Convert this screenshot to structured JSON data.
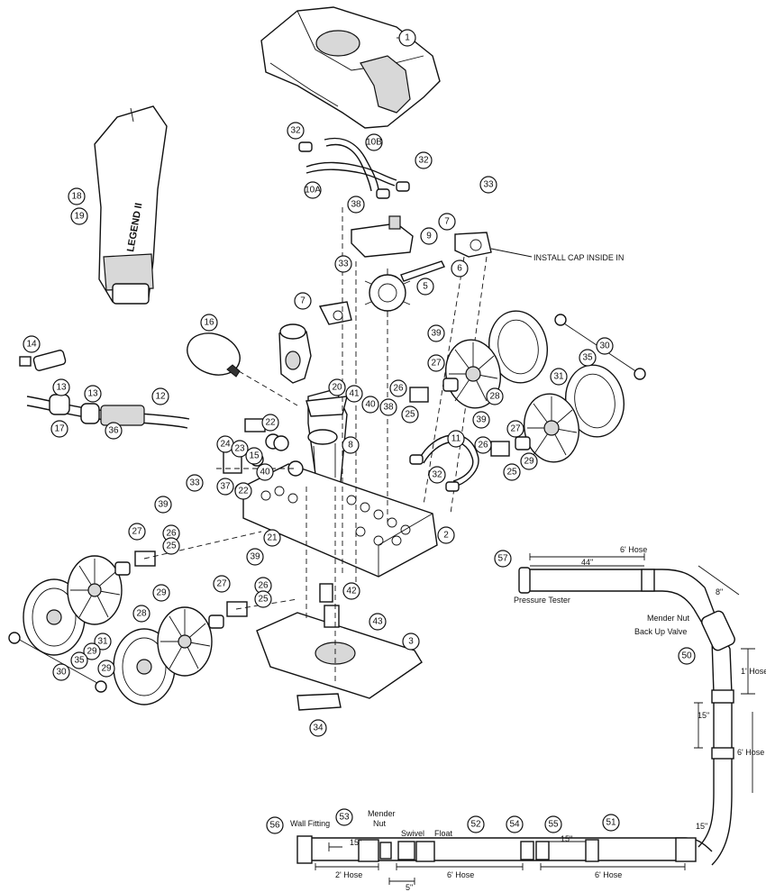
{
  "callouts": {
    "c1": "1",
    "c2": "2",
    "c3": "3",
    "c5": "5",
    "c6": "6",
    "c7a": "7",
    "c7b": "7",
    "c8": "8",
    "c9": "9",
    "c10a": "10A",
    "c10b": "10B",
    "c11": "11",
    "c12": "12",
    "c13a": "13",
    "c13b": "13",
    "c14": "14",
    "c15": "15",
    "c16": "16",
    "c17": "17",
    "c18": "18",
    "c19": "19",
    "c20": "20",
    "c21": "21",
    "c22a": "22",
    "c22b": "22",
    "c23": "23",
    "c24": "24",
    "c25a": "25",
    "c25b": "25",
    "c25c": "25",
    "c25d": "25",
    "c26a": "26",
    "c26b": "26",
    "c26c": "26",
    "c26d": "26",
    "c27a": "27",
    "c27b": "27",
    "c27c": "27",
    "c27d": "27",
    "c28a": "28",
    "c28b": "28",
    "c29a": "29",
    "c29b": "29",
    "c29c": "29",
    "c29d": "29",
    "c30a": "30",
    "c30b": "30",
    "c31a": "31",
    "c31b": "31",
    "c32a": "32",
    "c32b": "32",
    "c32c": "32",
    "c33a": "33",
    "c33b": "33",
    "c33c": "33",
    "c34": "34",
    "c35a": "35",
    "c35b": "35",
    "c36": "36",
    "c37": "37",
    "c38a": "38",
    "c38b": "38",
    "c39a": "39",
    "c39b": "39",
    "c39c": "39",
    "c39d": "39",
    "c40a": "40",
    "c40b": "40",
    "c41": "41",
    "c42": "42",
    "c43": "43",
    "c50": "50",
    "c51": "51",
    "c52": "52",
    "c53": "53",
    "c54": "54",
    "c55": "55",
    "c56": "56",
    "c57": "57"
  },
  "labels": {
    "install_cap": "INSTALL CAP INSIDE IN",
    "pressure_tester": "Pressure Tester",
    "mender_nut_top": "Mender Nut",
    "back_up_valve": "Back Up Valve",
    "wall_fitting": "Wall Fitting",
    "mender_nut_bottom_1": "Mender",
    "mender_nut_bottom_2": "Nut",
    "swivel": "Swivel",
    "float": "Float",
    "hose_6_top": "6' Hose",
    "dim_44": "44\"",
    "dim_8": "8\"",
    "hose_1": "1' Hose",
    "dim_15_right": "15\"",
    "hose_6_right": "6' Hose",
    "dim_15_corner": "15\"",
    "dim_15_left": "15\"",
    "dim_15_mid": "15\"",
    "hose_2": "2' Hose",
    "hose_6_bottom_a": "6' Hose",
    "hose_6_bottom_b": "6' Hose",
    "dim_5": "5\"",
    "bag_brand": "LEGEND II"
  }
}
